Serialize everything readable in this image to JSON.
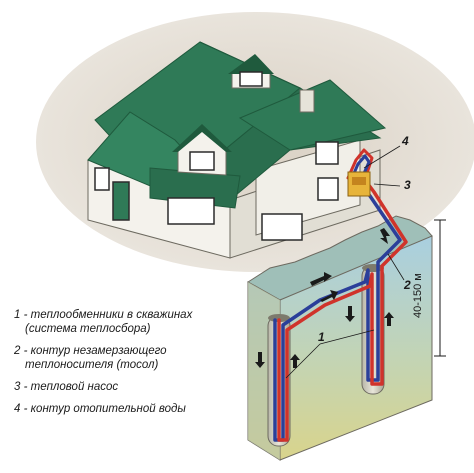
{
  "legend": [
    {
      "num": "1",
      "line1": "1 - теплообменники в скважинах",
      "line2": "(система теплосбора)"
    },
    {
      "num": "2",
      "line1": "2 - контур незамерзающего",
      "line2": "теплоносителя (тосол)"
    },
    {
      "num": "3",
      "line1": "3 - тепловой насос",
      "line2": ""
    },
    {
      "num": "4",
      "line1": "4 - контур отопительной воды",
      "line2": ""
    }
  ],
  "callouts": {
    "c1": "1",
    "c2": "2",
    "c3": "3",
    "c4": "4"
  },
  "depth": "40-150 м",
  "colors": {
    "roof": "#2f7a57",
    "roof_dark": "#1f5a3d",
    "wall": "#f4f2ec",
    "ground_top": "#9fc7dc",
    "ground_bottom": "#d6d38a",
    "hot_pipe": "#d0332b",
    "cold_pipe": "#2b3f9a",
    "pump": "#e7b43a",
    "halo": "#d9d0c3"
  }
}
